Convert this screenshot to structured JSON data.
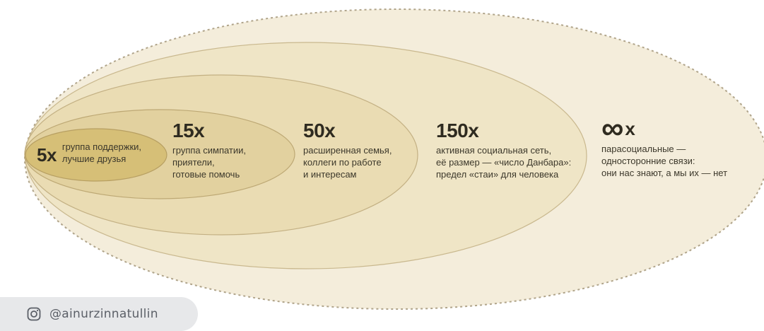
{
  "levels": [
    {
      "number": "5x",
      "lines": [
        "группа поддержки,",
        "лучшие друзья"
      ],
      "fill": "#d6bf77"
    },
    {
      "number": "15x",
      "lines": [
        "группа симпатии,",
        "приятели,",
        "готовые помочь"
      ],
      "fill": "#e2d19f"
    },
    {
      "number": "50x",
      "lines": [
        "расширенная семья,",
        "коллеги по работе",
        "и интересам"
      ],
      "fill": "#eadcb3"
    },
    {
      "number": "150x",
      "lines": [
        "активная социальная сеть,",
        "её размер — «число Данбара»:",
        "предел «стаи» для человека"
      ],
      "fill": "#efe5c6"
    },
    {
      "symbol": "∞",
      "suffix": "x",
      "lines": [
        "парасоциальные —",
        "односторонние связи:",
        "они нас знают, а мы их — нет"
      ],
      "fill": "#f4eddb"
    }
  ],
  "watermark": {
    "icon": "instagram-icon",
    "handle": "@ainurzinnatullin"
  },
  "colors": {
    "outline": "#b9a678",
    "dashed_outline": "#b0a48a",
    "text": "#3a3628"
  }
}
